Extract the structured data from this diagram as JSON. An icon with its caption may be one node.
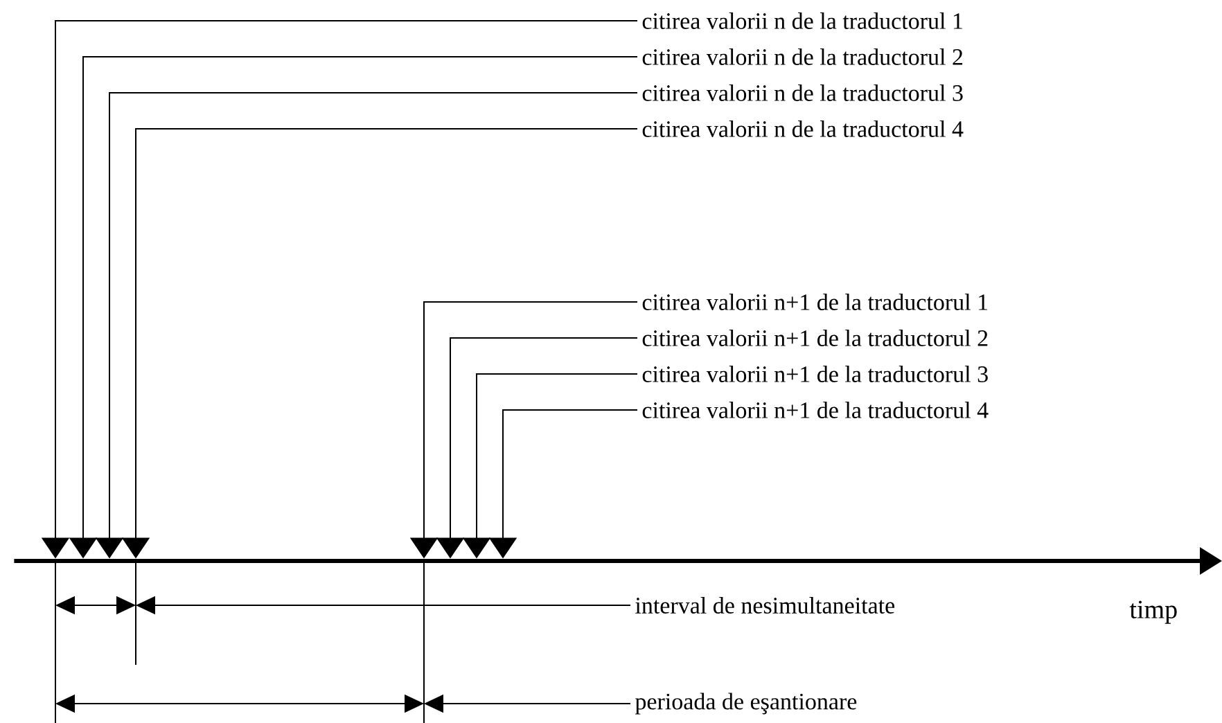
{
  "diagram": {
    "nodes": [
      {
        "text": [
          "citirea valorii n de la traductorul 1"
        ]
      },
      {
        "text": [
          "citirea valorii n de la traductorul 2"
        ]
      },
      {
        "text": [
          "citirea valorii n de la traductorul 3"
        ]
      },
      {
        "text": [
          "citirea valorii n de la traductorul 4"
        ]
      },
      {
        "text": [
          "citirea valorii n+1 de la traductorul 1"
        ]
      },
      {
        "text": [
          "citirea valorii n+1 de la traductorul 2"
        ]
      },
      {
        "text": [
          "citirea valorii n+1 de la traductorul 3"
        ]
      },
      {
        "text": [
          "citirea valorii n+1 de la traductorul 4"
        ]
      },
      {
        "text": [
          "interval de nesimultaneitate"
        ]
      },
      {
        "text": [
          "perioada de eşantionare"
        ]
      },
      {
        "text": [],
        "shape": "bar",
        "beside": [
          "timp"
        ]
      }
    ],
    "edges": [
      {
        "from": 0,
        "to": 10,
        "arrow": "to"
      },
      {
        "from": 1,
        "to": 10,
        "arrow": "to"
      },
      {
        "from": 2,
        "to": 10,
        "arrow": "to"
      },
      {
        "from": 3,
        "to": 10,
        "arrow": "to"
      },
      {
        "from": 4,
        "to": 10,
        "arrow": "to"
      },
      {
        "from": 5,
        "to": 10,
        "arrow": "to"
      },
      {
        "from": 6,
        "to": 10,
        "arrow": "to"
      },
      {
        "from": 7,
        "to": 10,
        "arrow": "to"
      },
      {
        "from": 8,
        "to": null,
        "arrow": "to"
      },
      {
        "from": 9,
        "to": null,
        "arrow": "to"
      }
    ]
  }
}
